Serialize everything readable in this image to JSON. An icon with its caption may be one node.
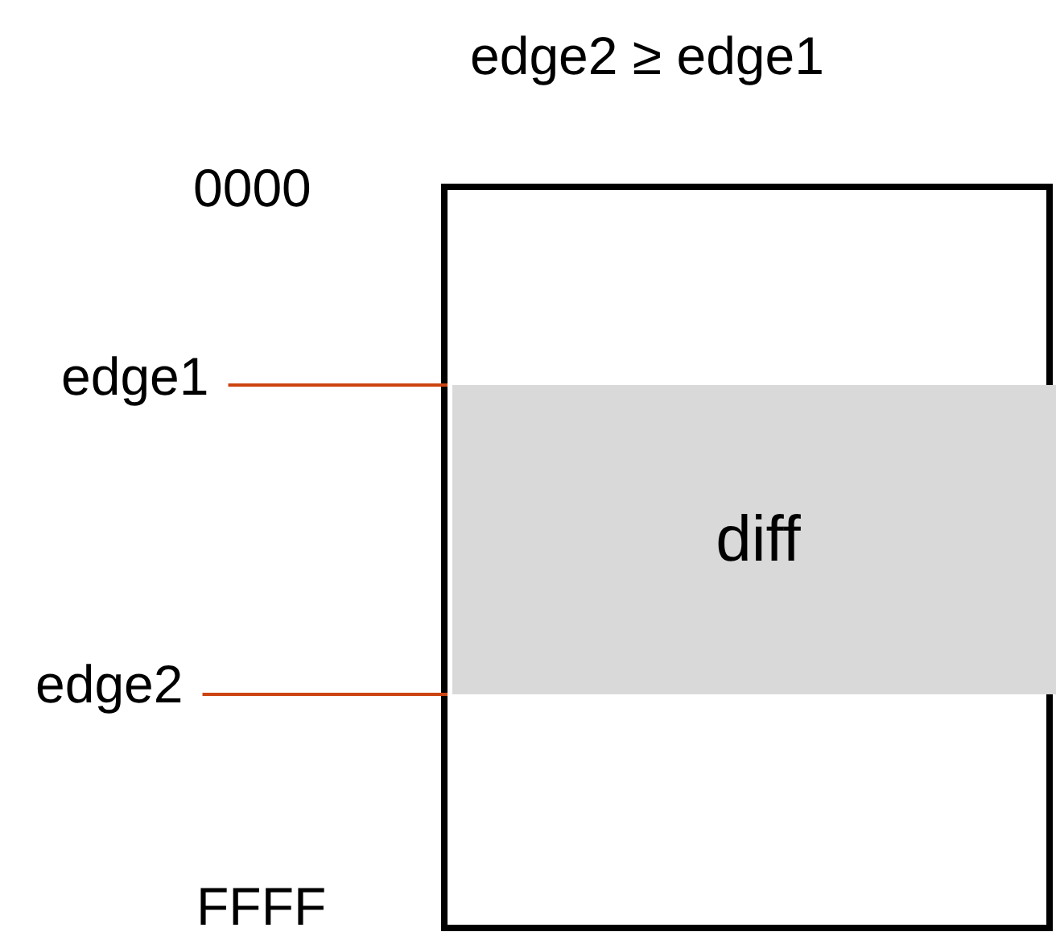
{
  "diagram": {
    "title": "edge2 ≥ edge1",
    "nodes": [
      {
        "text": [],
        "shape": "box",
        "beside": [
          "0000",
          "FFFF"
        ]
      },
      {
        "text": [
          "diff"
        ],
        "in": 0
      },
      {
        "text": [
          "edge1"
        ]
      },
      {
        "text": [
          "edge2"
        ]
      }
    ],
    "edges": [
      {
        "from": 2,
        "to": 1,
        "arrow": "none"
      },
      {
        "from": 3,
        "to": 1,
        "arrow": "none"
      }
    ]
  }
}
